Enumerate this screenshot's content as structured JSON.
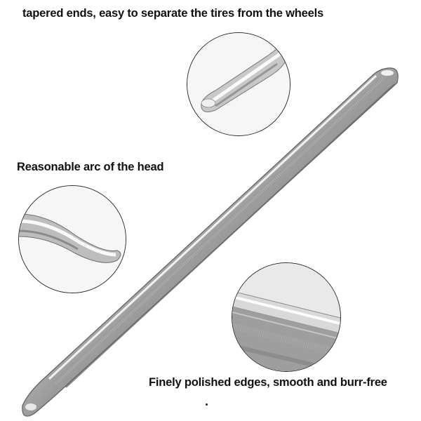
{
  "captions": {
    "tapered_ends": "tapered ends, easy to separate the tires from the wheels",
    "head_arc": "Reasonable arc of the head",
    "polished_edges": "Finely polished edges, smooth and burr-free"
  },
  "colors": {
    "background": "#ffffff",
    "text": "#111111",
    "metal_light": "#eeeeee",
    "metal_mid": "#a8a8a8",
    "metal_dark": "#6a6a6a",
    "circle_border": "#2b2b2b"
  }
}
